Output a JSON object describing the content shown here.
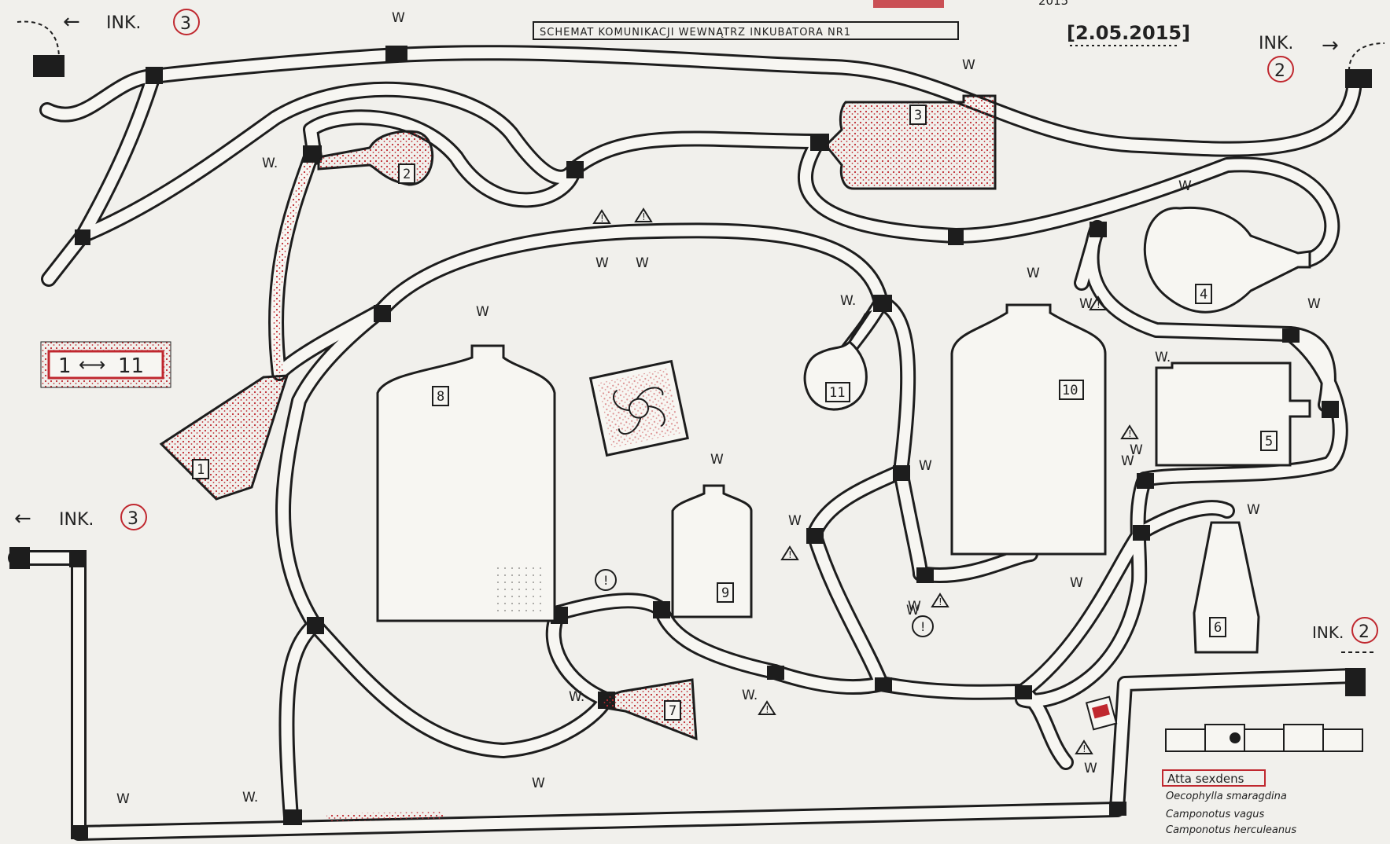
{
  "title": "SCHEMAT KOMUNIKACJI WEWNĄTRZ INKUBATORA NR1",
  "date": "[2.05.2015]",
  "top_partial_text": "2015",
  "colors": {
    "ink": "#1d1d1d",
    "accent": "#c0282f",
    "paper": "#f1f0ec"
  },
  "outlets": {
    "ink3_top": {
      "label": "INK.",
      "number": "3"
    },
    "ink2_top": {
      "label": "INK.",
      "number": "2"
    },
    "ink3_left": {
      "label": "INK.",
      "number": "3"
    },
    "ink2_bottom": {
      "label": "INK.",
      "number": "2"
    }
  },
  "containers": [
    "1",
    "2",
    "3",
    "4",
    "5",
    "6",
    "7",
    "8",
    "9",
    "10",
    "11"
  ],
  "legend_box": {
    "from": "1",
    "to": "11"
  },
  "water_mark": "W",
  "water_prefix": "W.",
  "markers": {
    "warning": "!",
    "info": "!"
  },
  "species": [
    "Atta sexdens",
    "Oecophylla smaragdina",
    "Camponotus vagus",
    "Camponotus herculeanus"
  ]
}
